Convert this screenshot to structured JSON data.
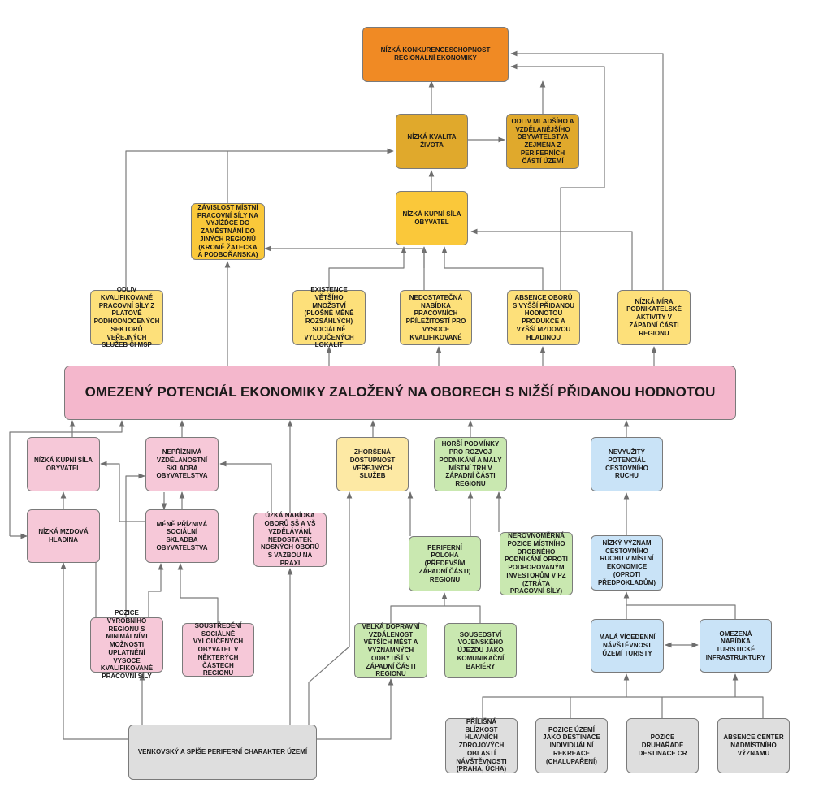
{
  "nodes": {
    "n_top": "NÍZKÁ KONKURENCESCHOPNOST REGIONÁLNÍ EKONOMIKY",
    "n_kvalita": "NÍZKÁ KVALITA ŽIVOTA",
    "n_odliv_mlad": "ODLIV MLADŠÍHO A VZDĚLANĚJŠÍHO OBYVATELSTVA ZEJMÉNA Z PERIFERNÍCH ČÁSTÍ ÚZEMÍ",
    "n_zavislost": "ZÁVISLOST MÍSTNÍ PRACOVNÍ SÍLY NA VYJÍŽĎCE DO ZAMĚSTNÁNÍ DO JINÝCH REGIONŮ (KROMĚ ŽATECKA A PODBOŘANSKA)",
    "n_kupni_top": "NÍZKÁ KUPNÍ SÍLA OBYVATEL",
    "n_odliv_kval": "ODLIV KVALIFIKOVANÉ PRACOVNÍ SÍLY Z PLATOVĚ PODHODNOCENÝCH SEKTORŮ VEŘEJNÝCH SLUŽEB ČI MSP",
    "n_lokalit": "EXISTENCE VĚTŠÍHO MNOŽSTVÍ (PLOŠNĚ MĚNĚ ROZSÁHLÝCH) SOCIÁLNĚ VYLOUČENÝCH LOKALIT",
    "n_nabidka": "NEDOSTATEČNÁ NABÍDKA PRACOVNÍCH PŘÍLEŽITOSTÍ PRO VYSOCE KVALIFIKOVANÉ",
    "n_absence_oboru": "ABSENCE OBORŮ S VYŠŠÍ PŘIDANOU HODNOTOU PRODUKCE A VYŠŠÍ MZDOVOU HLADINOU",
    "n_podnikatelske": "NÍZKÁ MÍRA PODNIKATELSKÉ AKTIVITY V ZÁPADNÍ ČÁSTI REGIONU",
    "n_main": "OMEZENÝ POTENCIÁL EKONOMIKY ZALOŽENÝ NA OBORECH S NIŽŠÍ PŘIDANOU HODNOTOU",
    "n_kupni_pink": "NÍZKÁ KUPNÍ SÍLA OBYVATEL",
    "n_vzdelanost": "NEPŘÍZNIVÁ VZDĚLANOSTNÍ SKLADBA OBYVATELSTVA",
    "n_mzdova": "NÍZKÁ MZDOVÁ HLADINA",
    "n_socialni": "MÉNĚ PŘÍZNIVÁ SOCIÁLNÍ SKLADBA OBYVATELSTVA",
    "n_uzka": "ÚZKÁ NABÍDKA OBORŮ SŠ A VŠ VZDĚLÁVÁNÍ, NEDOSTATEK NOSNÝCH OBORŮ S VAZBOU NA PRAXI",
    "n_pozice_vyr": "POZICE VÝROBNÍHO REGIONU S MINIMÁLNÍMI MOŽNOSTI UPLATNĚNÍ VYSOCE KVALIFIKOVANÉ PRACOVNÍ SÍLY",
    "n_soustredeni": "SOUSTŘEDĚNÍ SOCIÁLNĚ VYLOUČENÝCH OBYVATEL V NĚKTERÝCH ČÁSTECH REGIONU",
    "n_zhorsena": "ZHORŠENÁ DOSTUPNOST VEŘEJNÝCH SLUŽEB",
    "n_horsi": "HORŠÍ PODMÍNKY PRO ROZVOJ PODNIKÁNÍ A MALÝ MÍSTNÍ TRH V ZÁPADNÍ ČÁSTI REGIONU",
    "n_periferni": "PERIFERNÍ POLOHA (PŘEDEVŠÍM ZÁPADNÍ ČÁSTI) REGIONU",
    "n_nerovnomerna": "NEROVNOMĚRNÁ POZICE MÍSTNÍHO DROBNÉHO PODNIKÁNÍ OPROTI PODPOROVANÝM INVESTORŮM V PZ (ZTRÁTA PRACOVNÍ SÍLY)",
    "n_velka": "VELKÁ DOPRAVNÍ VZDÁLENOST VĚTŠÍCH MĚST A VÝZNAMNÝCH ODBYTIŠŤ V ZÁPADNÍ ČÁSTI REGIONU",
    "n_sousedstvi": "SOUSEDSTVÍ VOJENSKÉHO ÚJEZDU JAKO KOMUNIKAČNÍ BARIÉRY",
    "n_nevyuzity": "NEVYUŽITÝ POTENCIÁL CESTOVNÍHO RUCHU",
    "n_nizky_vyznam": "NÍZKÝ VÝZNAM CESTOVNÍHO RUCHU V MÍSTNÍ EKONOMICE (OPROTI PŘEDPOKLADŮM)",
    "n_mala": "MALÁ VÍCEDENNÍ NÁVŠTĚVNOST ÚZEMÍ TURISTY",
    "n_omezena": "OMEZENÁ NABÍDKA TURISTICKÉ INFRASTRUKTURY",
    "n_venkovsky": "VENKOVSKÝ A SPÍŠE PERIFERNÍ CHARAKTER ÚZEMÍ",
    "n_blizkost": "PŘÍLIŠNÁ BLÍZKOST HLAVNÍCH ZDROJOVÝCH OBLASTÍ NÁVŠTĚVNOSTI (PRAHA, ÚCHA)",
    "n_pozice_uzemi": "POZICE ÚZEMÍ JAKO DESTINACE INDIVIDUÁLNÍ REKREACE (CHALUPAŘENÍ)",
    "n_druharadova": "POZICE DRUHAŘADÉ DESTINACE CR",
    "n_absence_center": "ABSENCE CENTER NADMÍSTNÍHO VÝZNAMU"
  },
  "colors": {
    "orange": "#f08a24",
    "darkgold": "#e0a92c",
    "gold": "#fac83a",
    "yellow": "#fde07a",
    "pink": "#f6c8d8",
    "main_pink": "#f4b7cc",
    "green": "#c9e8b0",
    "blue": "#c9e3f7",
    "gray": "#dedede",
    "line": "#7a7a7a"
  }
}
